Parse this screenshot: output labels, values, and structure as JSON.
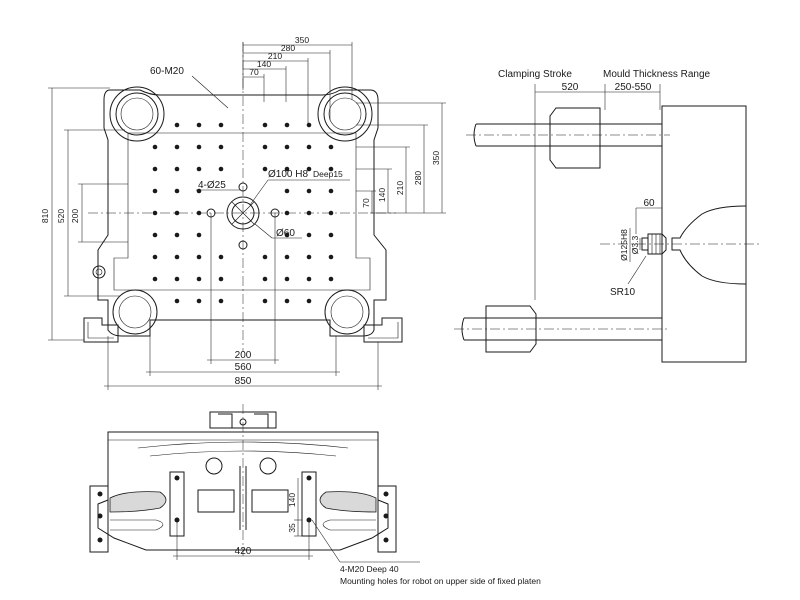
{
  "front": {
    "width_total": "850",
    "width_560": "560",
    "width_200": "200",
    "height_810": "810",
    "height_520": "520",
    "height_200": "200",
    "top_350": "350",
    "top_280": "280",
    "top_210": "210",
    "top_140": "140",
    "top_70": "70",
    "right_350": "350",
    "right_280": "280",
    "right_210": "210",
    "right_140": "140",
    "right_70": "70",
    "holes_label": "60-M20",
    "hole25_label": "4-Ø25",
    "bore_label": "Ø100 H8",
    "bore_deep": "Deep15",
    "ring_label": "Ø60"
  },
  "side": {
    "clamping_stroke": "Clamping Stroke",
    "mould_thickness": "Mould Thickness Range",
    "stroke_value": "520",
    "thickness_value": "250-550",
    "dim_60": "60",
    "dim_125": "Ø125H8",
    "dim_33": "Ø3.3",
    "dim_sr10": "SR10"
  },
  "bottom": {
    "dim_420": "420",
    "dim_35": "35",
    "dim_140": "140",
    "holes_label": "4-M20 Deep 40",
    "caption": "Mounting holes for robot on upper side of fixed platen"
  }
}
